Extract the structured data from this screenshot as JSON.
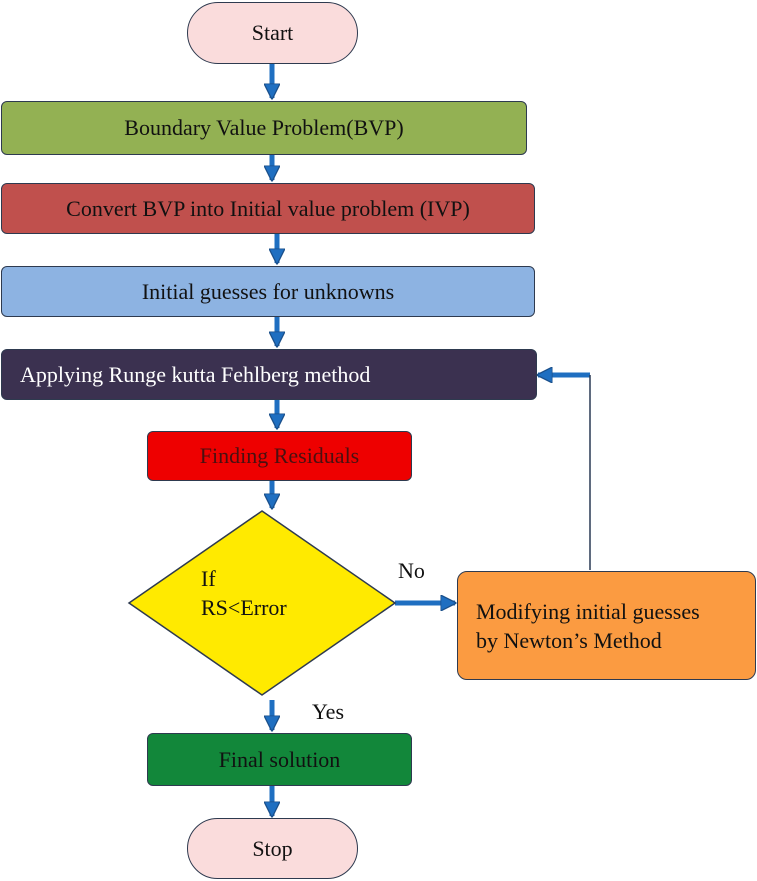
{
  "nodes": {
    "start": "Start",
    "bvp": "Boundary Value Problem(BVP)",
    "convert": "Convert BVP into Initial value problem (IVP)",
    "guesses": "Initial guesses for unknowns",
    "rkf": "Applying Runge kutta Fehlberg method",
    "residuals": "Finding Residuals",
    "decision_line1": "If",
    "decision_line2": "RS<Error",
    "modify_line1": "Modifying initial guesses",
    "modify_line2": "by Newton’s Method",
    "final": "Final solution",
    "stop": "Stop"
  },
  "edge_labels": {
    "no": "No",
    "yes": "Yes"
  },
  "colors": {
    "start_fill": "#fadcdc",
    "bvp_fill": "#93b153",
    "convert_fill": "#c0504d",
    "guesses_fill": "#8db3e2",
    "rkf_fill": "#3b3150",
    "residuals_fill": "#ee0000",
    "decision_fill": "#ffea00",
    "modify_fill": "#fb9b41",
    "final_fill": "#12873a",
    "stop_fill": "#fadcdc",
    "arrow": "#1f6fc1"
  }
}
